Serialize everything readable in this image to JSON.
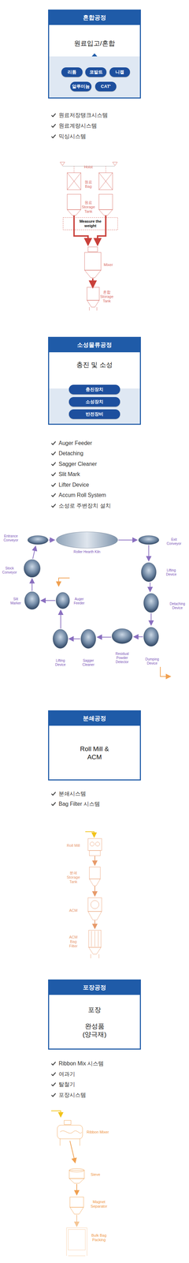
{
  "diagram": {
    "nodes": [
      {
        "text": [
          "혼합공정",
          "원료입고/혼합"
        ]
      },
      {
        "text": [
          "리튬"
        ],
        "in": 0
      },
      {
        "text": [
          "코발트"
        ],
        "in": 0
      },
      {
        "text": [
          "니켈"
        ],
        "in": 0
      },
      {
        "text": [
          "알루미늄"
        ],
        "in": 0
      },
      {
        "text": [
          "CAT'"
        ],
        "in": 0
      },
      {
        "text": [
          "소성물류공정",
          "충진 및 소성"
        ]
      },
      {
        "text": [
          "충진장치"
        ],
        "in": 6
      },
      {
        "text": [
          "소성장치"
        ],
        "in": 6
      },
      {
        "text": [
          "반전장비"
        ],
        "in": 6
      },
      {
        "text": [
          "분쇄공정",
          "Roll Mill & ACM"
        ]
      },
      {
        "text": [
          "포장공정",
          "포장",
          "완성품 (양극재)"
        ]
      }
    ],
    "labels": [
      "원료저장탱크시스템",
      "원료계량시스템",
      "믹싱시스템",
      "Hoist",
      "원료 Bag",
      "원료 Storage Tank",
      "Measure the weight",
      "Mixer",
      "혼합 Storage Tank",
      "Auger Feeder",
      "Detaching",
      "Sagger Cleaner",
      "Slit Mark",
      "Lifter Device",
      "Accum Roll System",
      "소성로 주변장치 설치",
      "Entrance Conveyor",
      "Roller Hearth Kiln",
      "Exit Conveyor",
      "Lifting Device",
      "Detaching Device",
      "Dumping Device",
      "Residual Powder Detector",
      "Sagger Cleaner",
      "Lifting Device",
      "Auger Feeder",
      "Slit Marker",
      "Stock Conveyor",
      "분쇄시스템",
      "Bag Filter 시스템",
      "Roll Mill",
      "분쇄 Storage Tank",
      "ACM",
      "ACM Bag Filter",
      "Ribbon Mix 시스템",
      "여과기",
      "탈철기",
      "포장시스템",
      "Ribbon Mixer",
      "Sieve",
      "Magnet Separator",
      "Bulk Bag Packing"
    ]
  }
}
